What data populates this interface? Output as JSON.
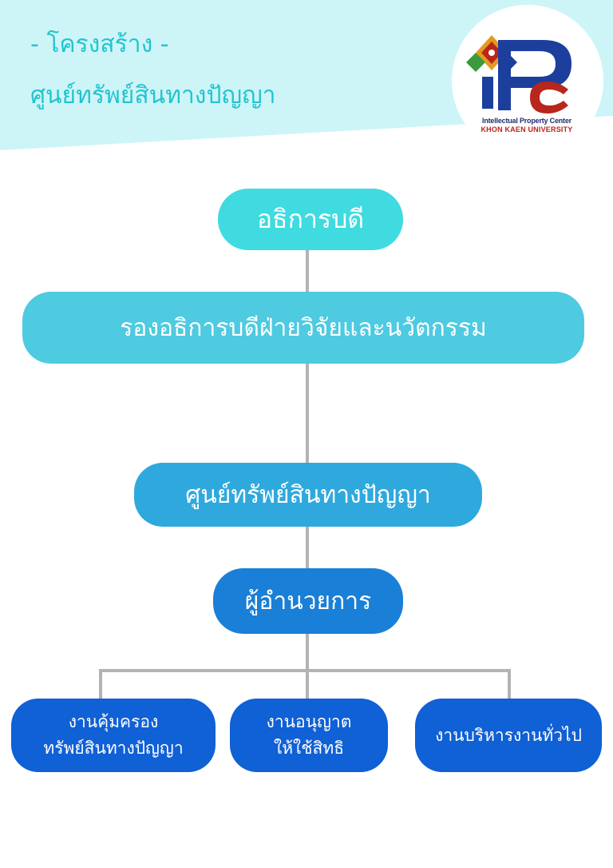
{
  "header": {
    "title_line1": "- โครงสร้าง -",
    "title_line2": "ศูนย์ทรัพย์สินทางปัญญา",
    "band_color": "#cdf5f7"
  },
  "logo": {
    "letters": "IPC",
    "line1": "Intellectual Property Center",
    "line2": "KHON KAEN UNIVERSITY",
    "colors": {
      "navy": "#1c3f9e",
      "red": "#b8261c",
      "gold": "#e39a1f",
      "green": "#3a9a3c"
    }
  },
  "org_chart": {
    "president": "อธิการบดี",
    "vice_president": "รองอธิการบดีฝ่ายวิจัยและนวัตกรรม",
    "center": "ศูนย์ทรัพย์สินทางปัญญา",
    "director": "ผู้อำนวยการ",
    "units": [
      {
        "line1": "งานคุ้มครอง",
        "line2": "ทรัพย์สินทางปัญญา"
      },
      {
        "line1": "งานอนุญาต",
        "line2": "ให้ใช้สิทธิ"
      },
      {
        "line1": "งานบริหารงานทั่วไป",
        "line2": ""
      }
    ],
    "colors": {
      "president": "#3fdbe0",
      "vice_president": "#4ecae1",
      "center": "#2fa9dd",
      "director": "#1a7fd6",
      "units": "#1060d6",
      "connector": "#b3b3b3"
    }
  }
}
